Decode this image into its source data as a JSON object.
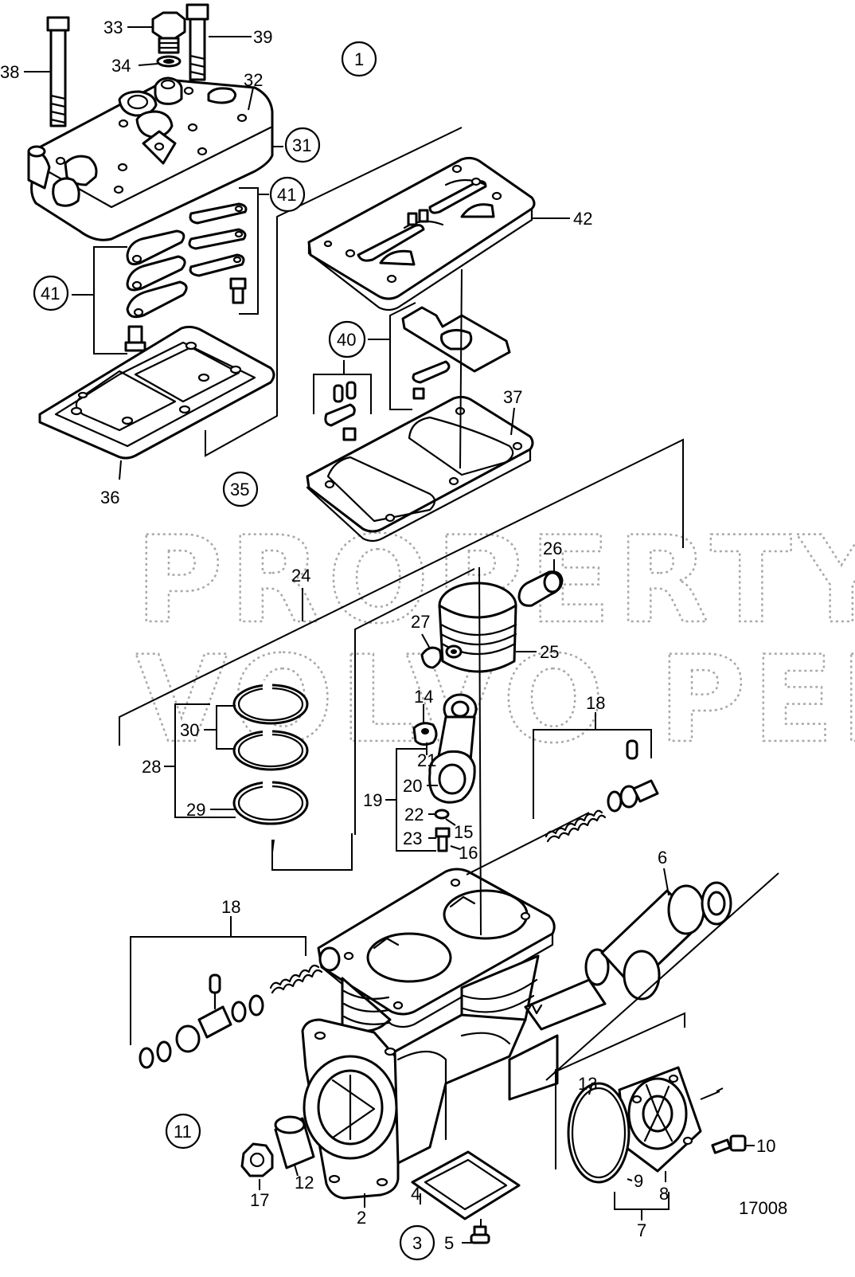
{
  "callouts": [
    {
      "id": "c38",
      "label": "38"
    },
    {
      "id": "c33",
      "label": "33"
    },
    {
      "id": "c39",
      "label": "39"
    },
    {
      "id": "c34",
      "label": "34"
    },
    {
      "id": "c32",
      "label": "32"
    },
    {
      "id": "c31",
      "label": "31"
    },
    {
      "id": "c1",
      "label": "1"
    },
    {
      "id": "c41a",
      "label": "41"
    },
    {
      "id": "c41b",
      "label": "41"
    },
    {
      "id": "c42",
      "label": "42"
    },
    {
      "id": "c40",
      "label": "40"
    },
    {
      "id": "c37",
      "label": "37"
    },
    {
      "id": "c36",
      "label": "36"
    },
    {
      "id": "c35",
      "label": "35"
    },
    {
      "id": "c26",
      "label": "26"
    },
    {
      "id": "c24",
      "label": "24"
    },
    {
      "id": "c27",
      "label": "27"
    },
    {
      "id": "c25",
      "label": "25"
    },
    {
      "id": "c14",
      "label": "14"
    },
    {
      "id": "c18a",
      "label": "18"
    },
    {
      "id": "c30",
      "label": "30"
    },
    {
      "id": "c21",
      "label": "21"
    },
    {
      "id": "c28",
      "label": "28"
    },
    {
      "id": "c20",
      "label": "20"
    },
    {
      "id": "c19",
      "label": "19"
    },
    {
      "id": "c22",
      "label": "22"
    },
    {
      "id": "c15",
      "label": "15"
    },
    {
      "id": "c29",
      "label": "29"
    },
    {
      "id": "c23",
      "label": "23"
    },
    {
      "id": "c16",
      "label": "16"
    },
    {
      "id": "c6",
      "label": "6"
    },
    {
      "id": "c18b",
      "label": "18"
    },
    {
      "id": "c13",
      "label": "13"
    },
    {
      "id": "c11",
      "label": "11"
    },
    {
      "id": "c10",
      "label": "10"
    },
    {
      "id": "c17",
      "label": "17"
    },
    {
      "id": "c12",
      "label": "12"
    },
    {
      "id": "c2",
      "label": "2"
    },
    {
      "id": "c4",
      "label": "4"
    },
    {
      "id": "c9",
      "label": "9"
    },
    {
      "id": "c8",
      "label": "8"
    },
    {
      "id": "c3",
      "label": "3"
    },
    {
      "id": "c5",
      "label": "5"
    },
    {
      "id": "c7",
      "label": "7"
    }
  ],
  "drawing_number": "17008",
  "watermark": {
    "line1": "PROPERTY OF",
    "line2": "VOLVO PENTA"
  }
}
